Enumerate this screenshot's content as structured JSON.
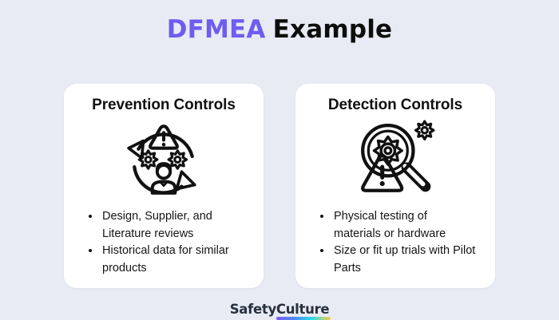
{
  "title": {
    "highlight": "DFMEA",
    "rest": "Example"
  },
  "cards": [
    {
      "heading": "Prevention Controls",
      "icon": "prevention-cycle-icon",
      "bullets": [
        "Design, Supplier, and\nLiterature reviews",
        "Historical data for similar\nproducts"
      ]
    },
    {
      "heading": "Detection Controls",
      "icon": "detection-magnifier-icon",
      "bullets": [
        "Physical testing of\nmaterials or hardware",
        "Size or fit up trials with Pilot\nParts"
      ]
    }
  ],
  "footer": {
    "logo_first": "Safety",
    "logo_second": "Culture"
  },
  "colors": {
    "background": "#E8EBF4",
    "card": "#FFFFFF",
    "title_highlight": "#6D5DF0",
    "title_rest": "#0D0D0D",
    "body_text": "#141414",
    "icon_stroke": "#111111",
    "logo_text": "#27313E",
    "logo_underline_gradient": [
      "#7A5CFA",
      "#4A8DF8",
      "#2BD9E8",
      "#F7CE46"
    ]
  }
}
